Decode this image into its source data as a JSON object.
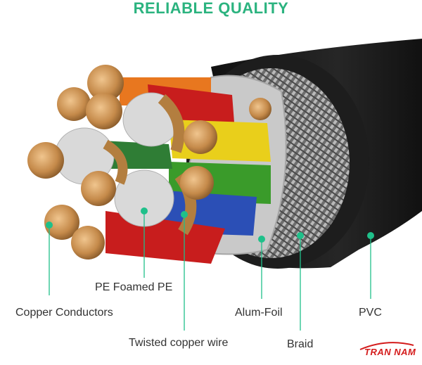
{
  "header": {
    "title": "RELIABLE QUALITY"
  },
  "labels": {
    "pe": "PE Foamed PE",
    "copper": "Copper Conductors",
    "alum": "Alum-Foil",
    "pvc": "PVC",
    "twisted": "Twisted copper wire",
    "braid": "Braid"
  },
  "brand": {
    "name": "TRAN NAM"
  },
  "colors": {
    "accent": "#2bb37f",
    "jacket": "#1c1c1c",
    "copper": "#c58a4a",
    "dot": "#1fc08a",
    "brand": "#d41b1b"
  }
}
